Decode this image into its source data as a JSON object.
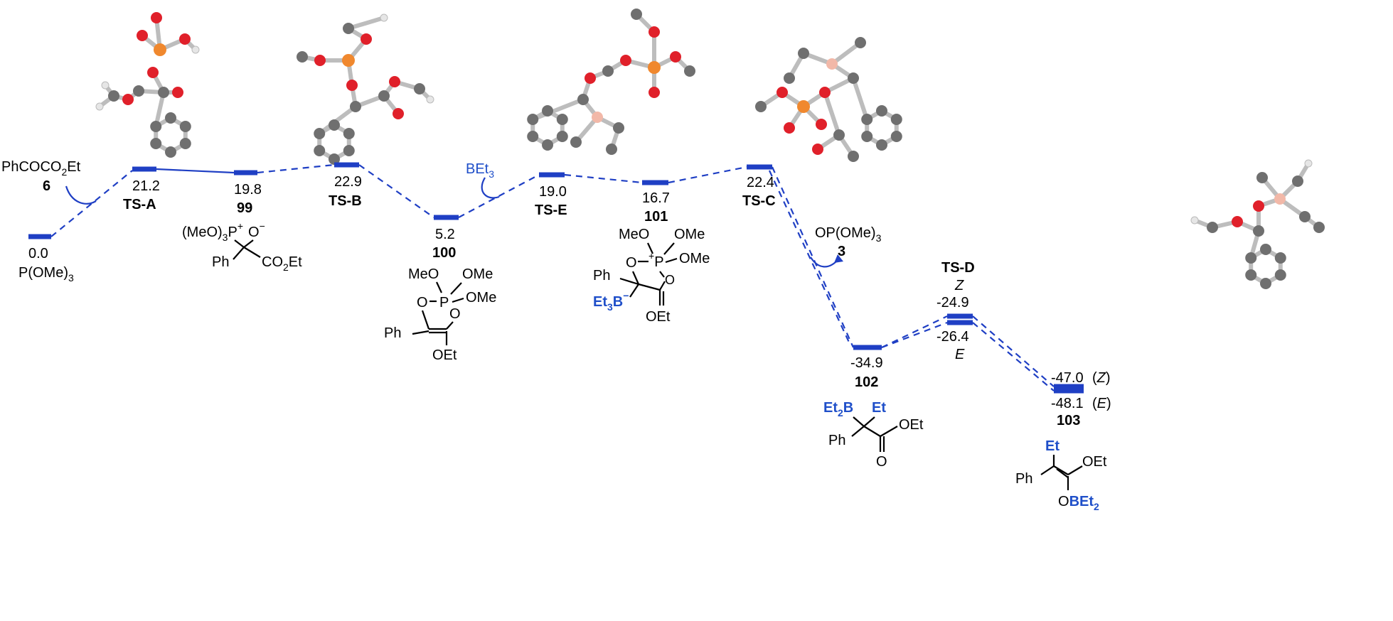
{
  "colors": {
    "level": "#1f3fc4",
    "label_blue": "#1f4fc9",
    "oxygen": "#e0202a",
    "phosphorus": "#f0882e",
    "boron": "#f2b8a8",
    "carbon": "#6f6f6f"
  },
  "states": {
    "p_ome3": {
      "energy": "0.0",
      "name": "P(OMe)3"
    },
    "tsa": {
      "energy": "21.2",
      "name": "TS-A"
    },
    "s99": {
      "energy": "19.8",
      "name": "99"
    },
    "tsb": {
      "energy": "22.9",
      "name": "TS-B"
    },
    "s100": {
      "energy": "5.2",
      "name": "100"
    },
    "tse": {
      "energy": "19.0",
      "name": "TS-E"
    },
    "s101": {
      "energy": "16.7",
      "name": "101"
    },
    "tsc": {
      "energy": "22.4",
      "name": "TS-C"
    },
    "s102": {
      "energy": "-34.9",
      "name": "102"
    },
    "tsd": {
      "name": "TS-D",
      "z_label": "Z",
      "z_energy": "-24.9",
      "e_energy": "-26.4",
      "e_label": "E"
    },
    "s103": {
      "z_energy": "-47.0",
      "z_tag": "(Z)",
      "e_energy": "-48.1",
      "e_tag": "(E)",
      "name": "103"
    }
  },
  "reagents": {
    "ketoester": {
      "formula": "PhCOCO2Et",
      "number": "6"
    },
    "borane": {
      "formula": "BEt3"
    },
    "phosphate": {
      "formula": "OP(OMe)3",
      "number": "3"
    }
  },
  "structures": {
    "s99": {
      "p_group": "(MeO)3P",
      "charge_p": "+",
      "o_minus": "O",
      "charge_o": "−",
      "ph": "Ph",
      "ester": "CO2Et"
    },
    "s100": {
      "meo": "MeO",
      "ome1": "OMe",
      "ome2": "OMe",
      "o_left": "O",
      "p": "P",
      "o_right": "O",
      "ph": "Ph",
      "oet": "OEt"
    },
    "s101": {
      "meo": "MeO",
      "ome1": "OMe",
      "ome2": "OMe",
      "o_left": "O",
      "p": "P",
      "charge": "+",
      "ph": "Ph",
      "borate": "Et3B",
      "borate_charge": "−",
      "o_carbonyl": "O",
      "oet": "OEt"
    },
    "s102": {
      "et2b": "Et2B",
      "et": "Et",
      "ph": "Ph",
      "oet": "OEt",
      "o": "O"
    },
    "s103": {
      "et": "Et",
      "ph": "Ph",
      "oet": "OEt",
      "obet2": "OBEt2"
    }
  }
}
